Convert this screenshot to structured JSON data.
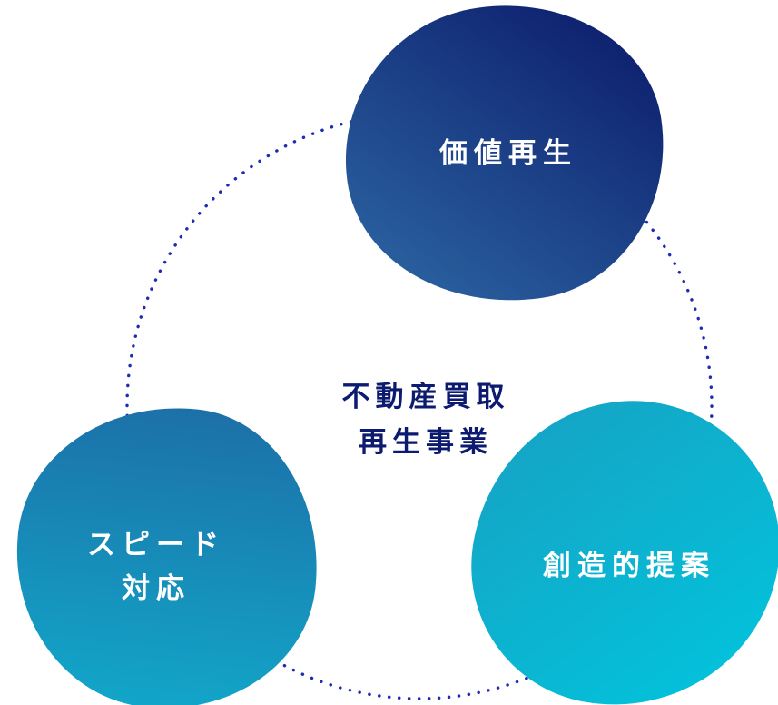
{
  "canvas": {
    "background": "#ffffff"
  },
  "diagram": {
    "center_label": {
      "line1": "不動産買取",
      "line2": "再生事業",
      "color": "#0c1a70"
    },
    "dotted_circle": {
      "color": "#1e2cb4"
    },
    "label_text_color": "#ffffff",
    "nodes": [
      {
        "name": "value-regeneration",
        "label": "価値再生",
        "gradient": [
          "#2e6aa6",
          "#0a1768"
        ]
      },
      {
        "name": "speed-response",
        "line1": "スピード",
        "line2": "対応",
        "gradient": [
          "#1c70a8",
          "#12a6c9"
        ]
      },
      {
        "name": "creative-proposal",
        "label": "創造的提案",
        "gradient": [
          "#18a0c2",
          "#00c6de"
        ]
      }
    ]
  }
}
